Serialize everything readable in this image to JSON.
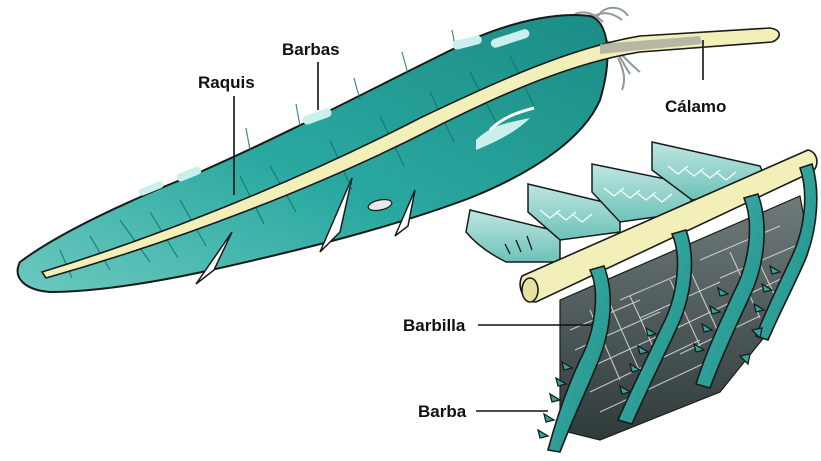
{
  "labels": {
    "barbas": "Barbas",
    "raquis": "Raquis",
    "calamo": "Cálamo",
    "barbilla": "Barbilla",
    "barba": "Barba"
  },
  "colors": {
    "vane_teal": "#2aa9a0",
    "vane_light": "#8fd3cc",
    "vane_dark": "#167d77",
    "shaft_cream": "#f3efb8",
    "outline": "#1a1a1a",
    "label_text": "#111111"
  }
}
